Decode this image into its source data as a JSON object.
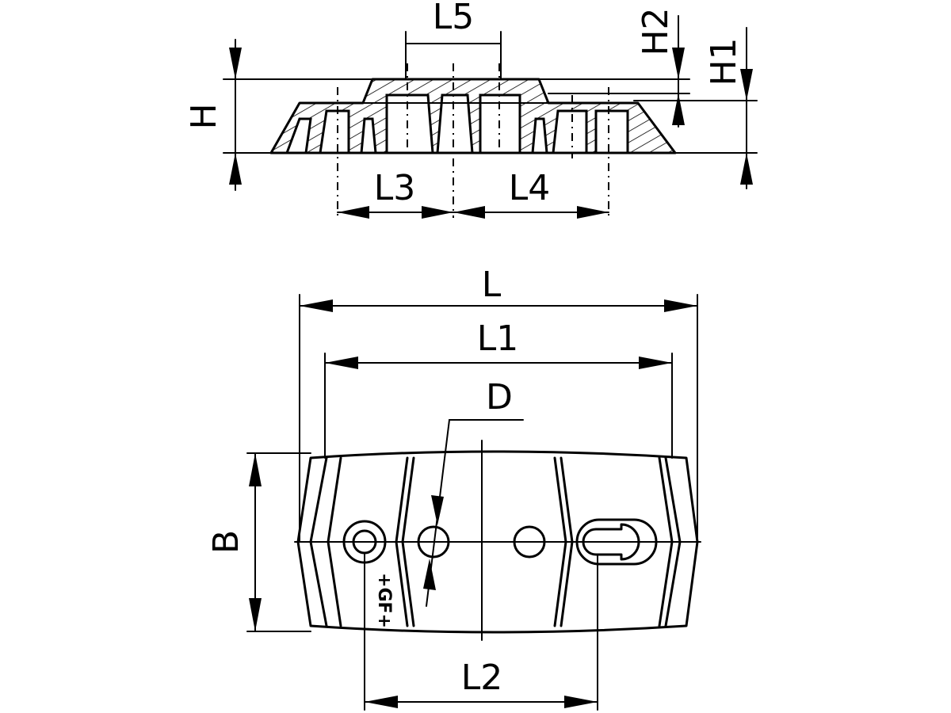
{
  "labels": {
    "L5": "L5",
    "H2": "H2",
    "H1": "H1",
    "H": "H",
    "L3": "L3",
    "L4": "L4",
    "L": "L",
    "L1": "L1",
    "D": "D",
    "B": "B",
    "L2": "L2"
  },
  "logo": "+GF+"
}
